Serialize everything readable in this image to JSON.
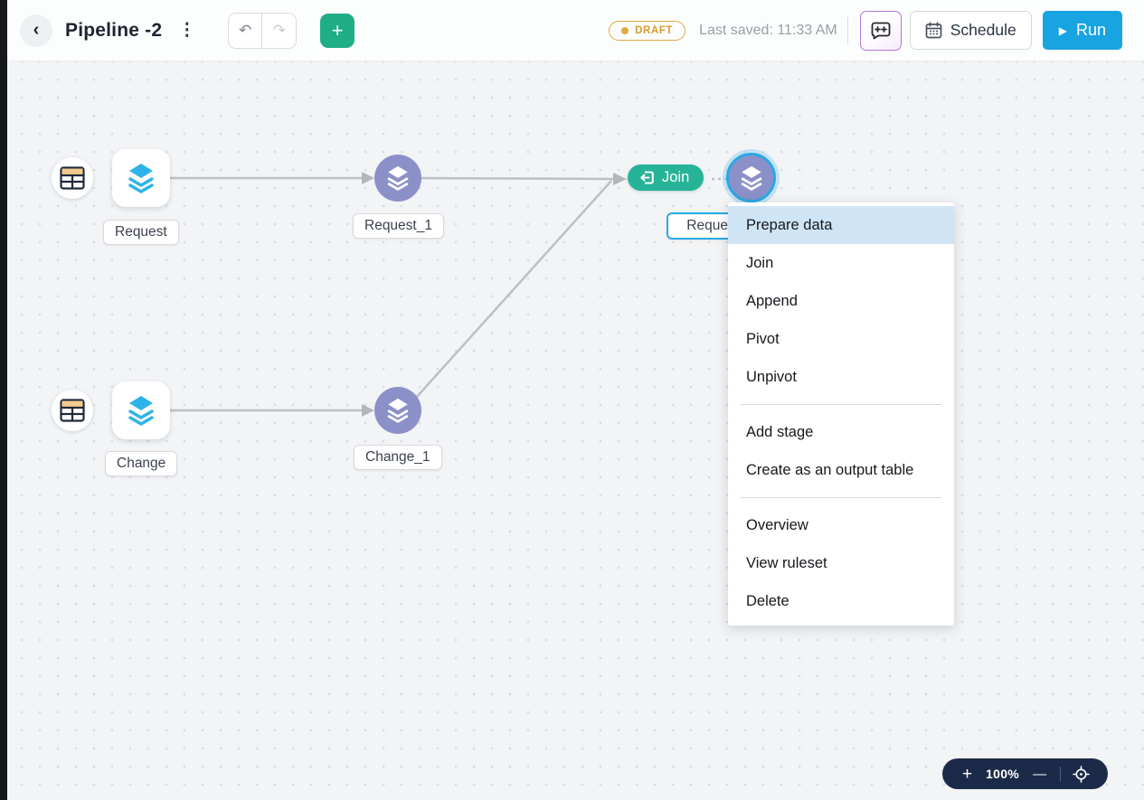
{
  "header": {
    "back_icon": "‹",
    "title": "Pipeline -2",
    "kebab_icon": "⋮",
    "undo_icon": "↶",
    "redo_icon": "↷",
    "add_label": "+",
    "status_badge": "DRAFT",
    "last_saved": "Last saved: 11:33 AM",
    "schedule_label": "Schedule",
    "run_label": "Run",
    "run_play_icon": "▶"
  },
  "canvas": {
    "nodes": {
      "request": {
        "label": "Request"
      },
      "request_1": {
        "label": "Request_1"
      },
      "join": {
        "label": "Join"
      },
      "selected_node": {
        "label": "Reques"
      },
      "change": {
        "label": "Change"
      },
      "change_1": {
        "label": "Change_1"
      }
    }
  },
  "context_menu": {
    "groups": [
      {
        "items": [
          {
            "label": "Prepare data",
            "selected": true
          },
          {
            "label": "Join"
          },
          {
            "label": "Append"
          },
          {
            "label": "Pivot"
          },
          {
            "label": "Unpivot"
          }
        ]
      },
      {
        "items": [
          {
            "label": "Add stage"
          },
          {
            "label": "Create as an output table"
          }
        ]
      },
      {
        "items": [
          {
            "label": "Overview"
          },
          {
            "label": "View ruleset"
          },
          {
            "label": "Delete"
          }
        ]
      }
    ]
  },
  "zoom_control": {
    "zoom_in": "+",
    "level": "100%",
    "zoom_out": "—"
  },
  "colors": {
    "accent_green": "#1fae86",
    "join_green": "#27b397",
    "run_blue": "#18a3e1",
    "node_purple": "#8c90c9",
    "node_blue": "#2db3ea",
    "selected_blue": "#2aa8e2",
    "draft_orange": "#e2a744",
    "menu_highlight": "#cfe5f6",
    "zoom_pill_navy": "#1c2a4a"
  }
}
